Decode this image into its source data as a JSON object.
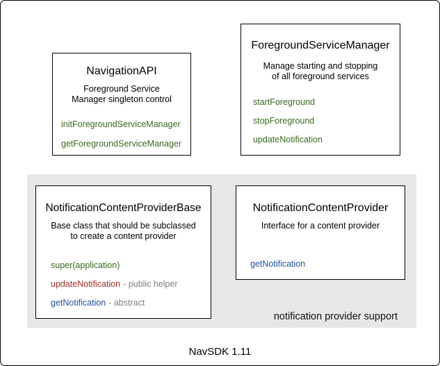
{
  "diagram": {
    "footer": "NavSDK 1.11",
    "group_label": "notification provider support",
    "colors": {
      "method_green": "#386b1e",
      "method_red": "#aa2d25",
      "method_blue": "#20509e",
      "annotation_gray": "#808080",
      "panel_gray": "#e7e7e7"
    },
    "boxes": [
      {
        "id": "navigation-api",
        "title": "NavigationAPI",
        "description": [
          "Foreground Service",
          "Manager singleton control"
        ],
        "methods": [
          {
            "name": "initForegroundServiceManager",
            "color": "green"
          },
          {
            "name": "getForegroundServiceManager",
            "color": "green"
          }
        ]
      },
      {
        "id": "foreground-service-manager",
        "title": "ForegroundServiceManager",
        "description": [
          "Manage starting and stopping",
          "of all foreground services"
        ],
        "methods": [
          {
            "name": "startForeground",
            "color": "green"
          },
          {
            "name": "stopForeground",
            "color": "green"
          },
          {
            "name": "updateNotification",
            "color": "green"
          }
        ]
      },
      {
        "id": "notification-content-provider-base",
        "title": "NotificationContentProviderBase",
        "description": [
          "Base class that should be subclassed",
          "to create a content provider"
        ],
        "methods": [
          {
            "name": "super(application)",
            "color": "green"
          },
          {
            "name": "updateNotification",
            "color": "red",
            "annotation": "- public helper"
          },
          {
            "name": "getNotification",
            "color": "blue",
            "annotation": "- abstract"
          }
        ]
      },
      {
        "id": "notification-content-provider",
        "title": "NotificationContentProvider",
        "description": [
          "Interface for a content provider"
        ],
        "methods": [
          {
            "name": "getNotification",
            "color": "blue"
          }
        ]
      }
    ]
  }
}
